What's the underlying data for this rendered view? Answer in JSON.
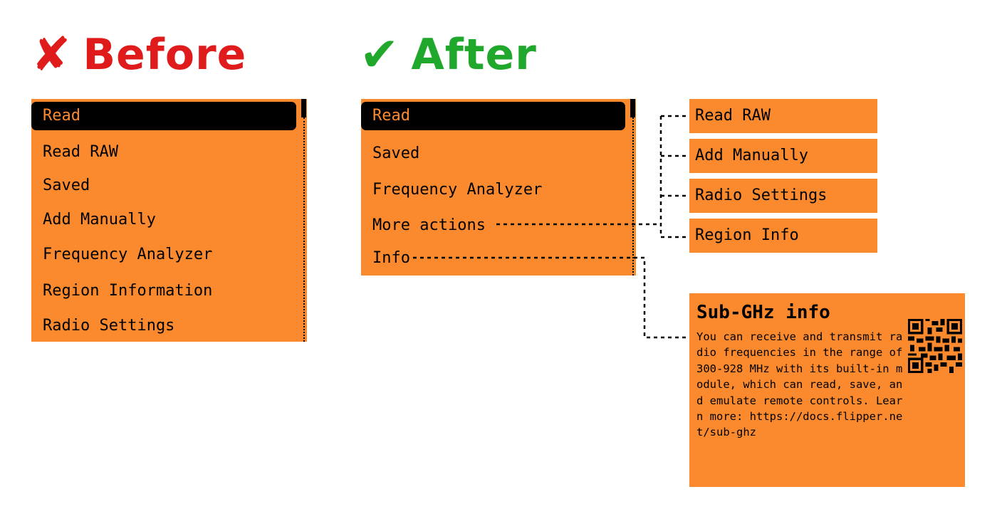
{
  "before": {
    "mark": "✘",
    "title": "Before",
    "color": "#e01b1b",
    "menu": [
      "Read",
      "Read RAW",
      "Saved",
      "Add Manually",
      "Frequency Analyzer",
      "Region Information",
      "Radio Settings"
    ],
    "selected_index": 0
  },
  "after": {
    "mark": "✔",
    "title": "After",
    "color": "#1fa82c",
    "menu": [
      "Read",
      "Saved",
      "Frequency Analyzer",
      "More actions",
      "Info"
    ],
    "selected_index": 0,
    "more_actions": [
      "Read RAW",
      "Add Manually",
      "Radio Settings",
      "Region Info"
    ],
    "info": {
      "title": "Sub-GHz info",
      "text": "You can receive and transmit radio frequencies in the range of 300-928 MHz with its built-in module, which can read, save, and emulate remote controls. Learn more: https://docs.flipper.net/sub-ghz",
      "qr_icon": "qr-code-icon"
    }
  },
  "colors": {
    "screen": "#fb8a2e",
    "selection": "#000000"
  }
}
